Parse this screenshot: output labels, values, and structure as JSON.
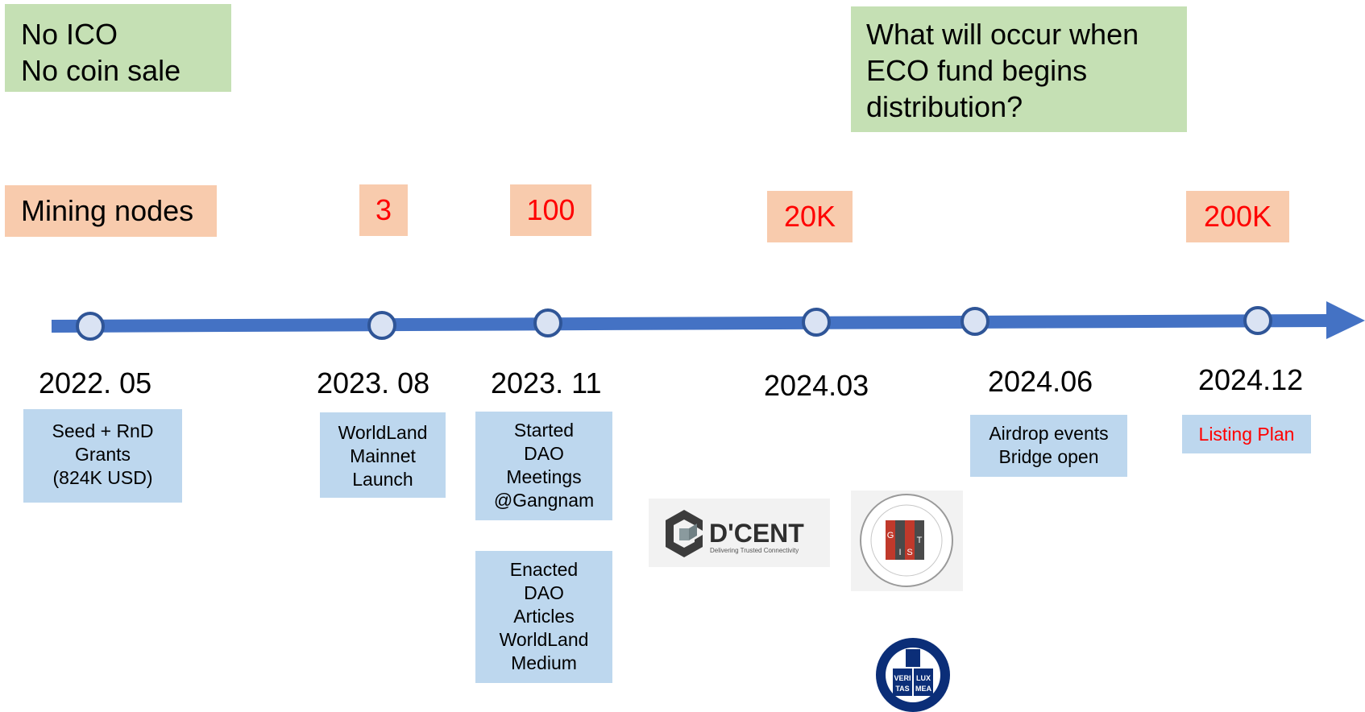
{
  "notes": {
    "left": [
      "No ICO",
      "No coin sale"
    ],
    "right": [
      "What will occur when",
      "ECO fund begins",
      "distribution?"
    ]
  },
  "mining": {
    "label": "Mining nodes",
    "counts": [
      "3",
      "100",
      "20K",
      "200K"
    ]
  },
  "milestones": [
    {
      "date": "2022. 05",
      "lines": [
        "Seed + RnD",
        "Grants",
        "(824K USD)"
      ]
    },
    {
      "date": "2023. 08",
      "lines": [
        "WorldLand",
        "Mainnet",
        "Launch"
      ]
    },
    {
      "date": "2023. 11",
      "lines": [
        "Started",
        "DAO",
        "Meetings",
        "@Gangnam"
      ],
      "extra_lines": [
        "Enacted",
        "DAO",
        "Articles",
        "WorldLand",
        "Medium"
      ]
    },
    {
      "date": "2024.03",
      "lines": []
    },
    {
      "date": "2024.06",
      "lines": [
        "Airdrop events",
        "Bridge open"
      ]
    },
    {
      "date": "2024.12",
      "lines": [
        "Listing Plan"
      ]
    }
  ],
  "logos": {
    "dcent": {
      "name": "D'CENT",
      "tagline": "Delivering Trusted Connectivity"
    },
    "gist": {
      "letters": [
        "G",
        "I",
        "S",
        "T"
      ]
    },
    "snu": {
      "letters": [
        "VERI",
        "LUX",
        "TAS",
        "MEA"
      ]
    }
  },
  "colors": {
    "timeline": "#4472c4",
    "node_fill": "#dae3f3",
    "note_green": "#c5e0b4",
    "count_peach": "#f8cbad",
    "card_blue": "#bdd7ee",
    "highlight_red": "#ff0000"
  }
}
